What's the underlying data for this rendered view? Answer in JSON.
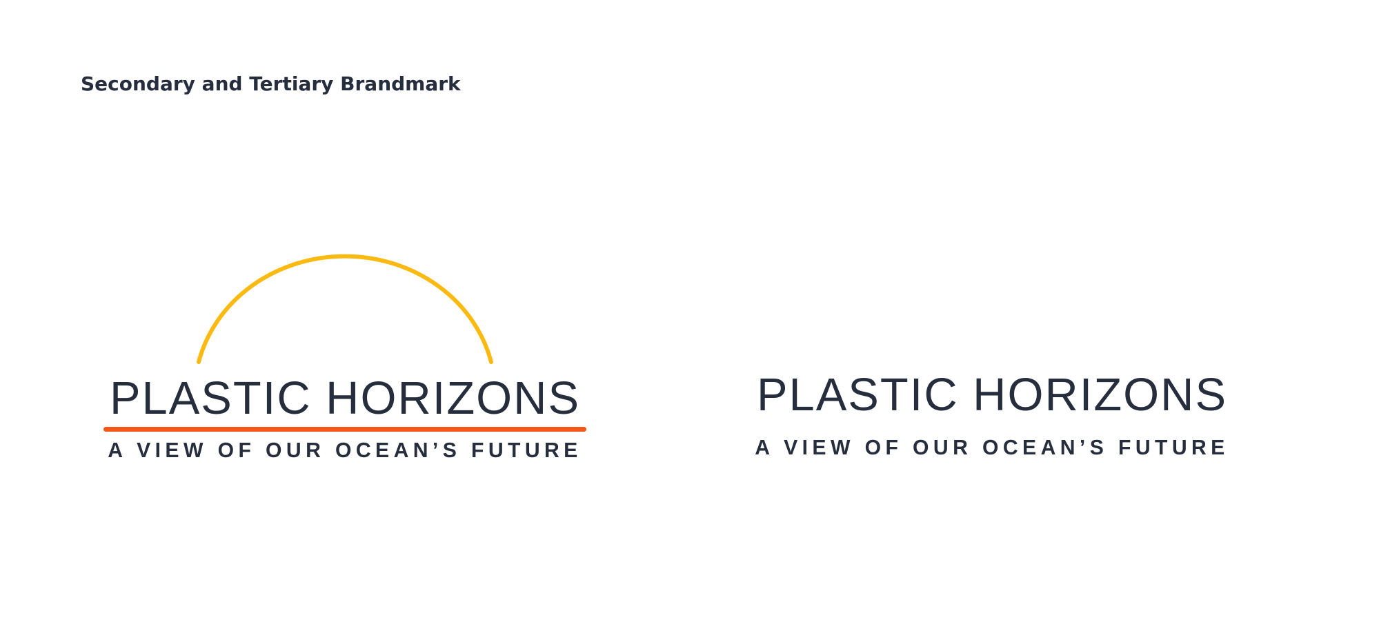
{
  "page": {
    "heading": "Secondary and Tertiary Brandmark"
  },
  "colors": {
    "text": "#262d3d",
    "sun": "#fbba12",
    "horizon": "#f4571a",
    "background": "#ffffff"
  },
  "secondary_brandmark": {
    "wordmark": "PLASTIC HORIZONS",
    "tagline": "A VIEW OF OUR OCEAN’S FUTURE",
    "has_sun_arc": true,
    "has_horizon_line": true
  },
  "tertiary_brandmark": {
    "wordmark": "PLASTIC HORIZONS",
    "tagline": "A VIEW OF OUR OCEAN’S FUTURE",
    "has_sun_arc": false,
    "has_horizon_line": false
  }
}
